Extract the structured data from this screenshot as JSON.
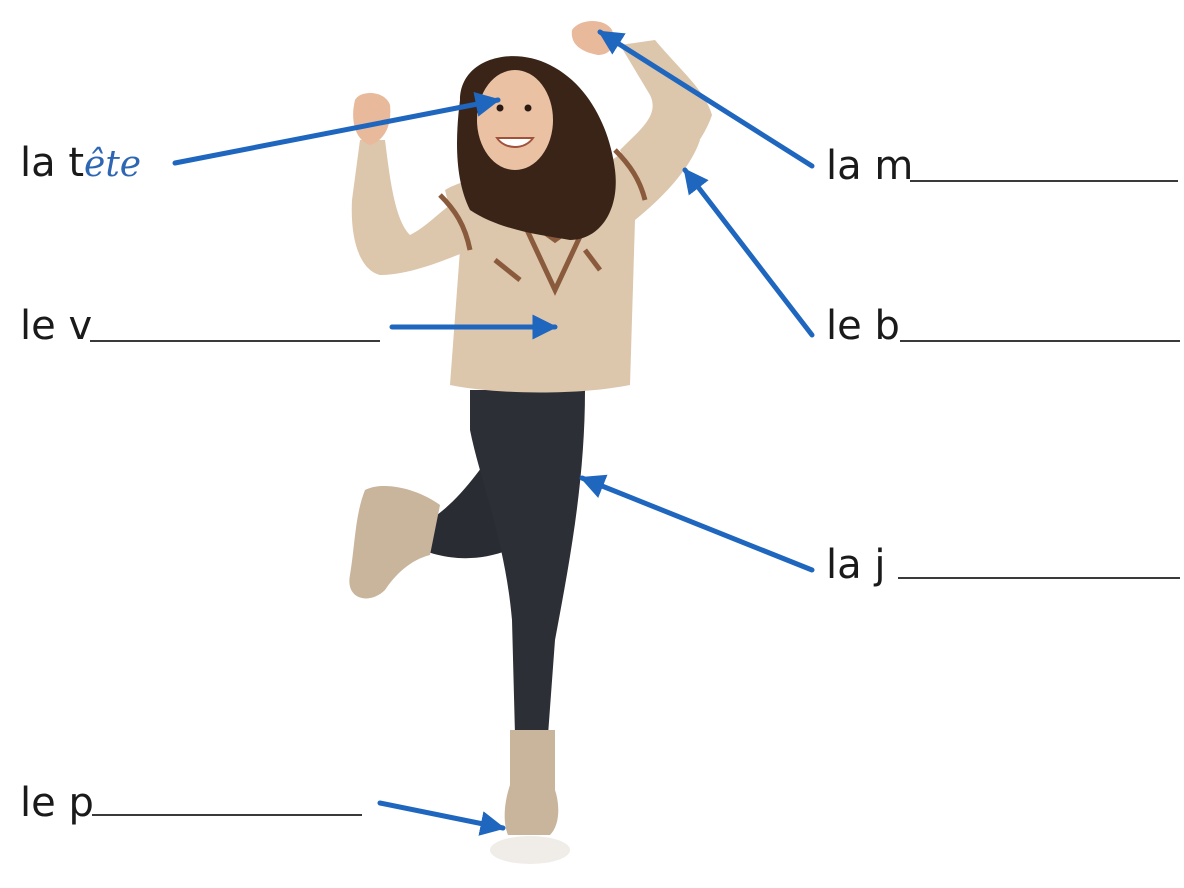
{
  "labels": {
    "tete": {
      "prefix": "la t",
      "answer": "ête"
    },
    "main": {
      "prefix": "la m"
    },
    "ventre": {
      "prefix": "le v"
    },
    "bras": {
      "prefix": "le b"
    },
    "jambe": {
      "prefix": "la j"
    },
    "pied": {
      "prefix": "le p"
    }
  },
  "colors": {
    "arrow": "#1f66bf",
    "answer": "#2d66b3",
    "text": "#1a1a1a"
  }
}
